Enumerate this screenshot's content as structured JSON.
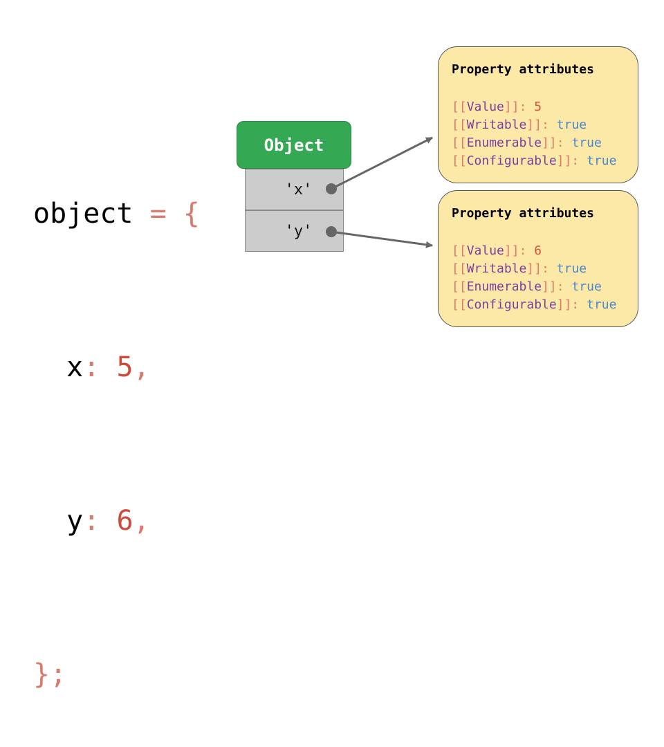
{
  "code": {
    "line1_name": "object",
    "line1_op": " = {",
    "line2_key": "x",
    "line2_colon": ":",
    "line2_val": "5",
    "line2_comma": ",",
    "line3_key": "y",
    "line3_colon": ":",
    "line3_val": "6",
    "line3_comma": ",",
    "line4": "};"
  },
  "object": {
    "title": "Object",
    "slots": [
      "'x'",
      "'y'"
    ]
  },
  "attributes": [
    {
      "title": "Property attributes",
      "value": "5",
      "writable": "true",
      "enumerable": "true",
      "configurable": "true"
    },
    {
      "title": "Property attributes",
      "value": "6",
      "writable": "true",
      "enumerable": "true",
      "configurable": "true"
    }
  ],
  "labels": {
    "value": "Value",
    "writable": "Writable",
    "enumerable": "Enumerable",
    "configurable": "Configurable",
    "open": "[[",
    "close": "]]",
    "colon": ": "
  },
  "colors": {
    "object_header": "#34a853",
    "slot": "#cccccc",
    "attr_box": "#fce8a7",
    "arrow": "#666666"
  }
}
